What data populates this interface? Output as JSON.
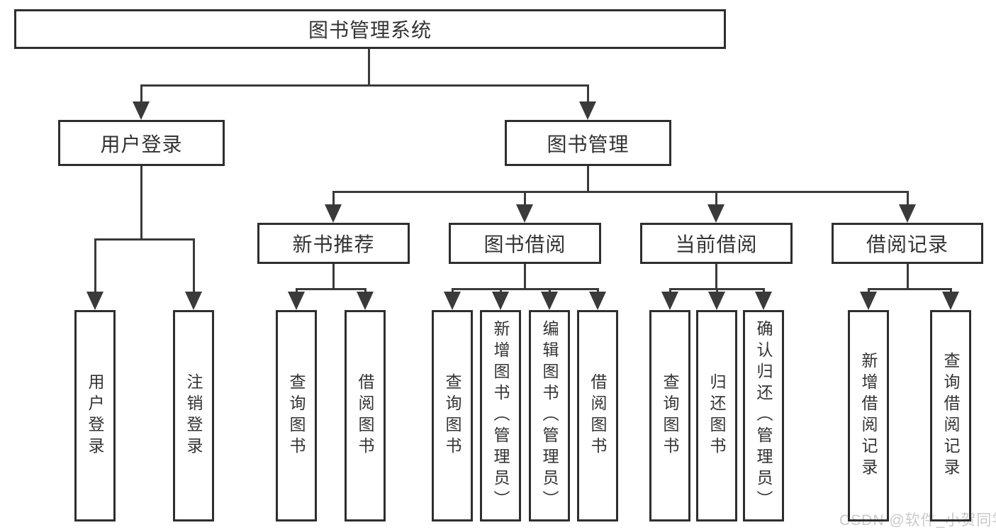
{
  "diagram": {
    "type": "hierarchy-chart",
    "colors": {
      "line": "#3a3a3a",
      "box_border": "#2e2e2e",
      "text": "#333333",
      "watermark": "#c9c9c9",
      "background": "#ffffff"
    }
  },
  "tree": {
    "label": "图书管理系统",
    "children": [
      {
        "label": "用户登录",
        "children": [
          {
            "label": "用户登录"
          },
          {
            "label": "注销登录"
          }
        ]
      },
      {
        "label": "图书管理",
        "children": [
          {
            "label": "新书推荐",
            "children": [
              {
                "label": "查询图书"
              },
              {
                "label": "借阅图书"
              }
            ]
          },
          {
            "label": "图书借阅",
            "children": [
              {
                "label": "查询图书"
              },
              {
                "label": "新增图书（管理员）"
              },
              {
                "label": "编辑图书（管理员）"
              },
              {
                "label": "借阅图书"
              }
            ]
          },
          {
            "label": "当前借阅",
            "children": [
              {
                "label": "查询图书"
              },
              {
                "label": "归还图书"
              },
              {
                "label": "确认归还（管理员）"
              }
            ]
          },
          {
            "label": "借阅记录",
            "children": [
              {
                "label": "新增借阅记录"
              },
              {
                "label": "查询借阅记录"
              }
            ]
          }
        ]
      }
    ]
  },
  "watermark": {
    "text": "CSDN @软件_小贺同学"
  }
}
